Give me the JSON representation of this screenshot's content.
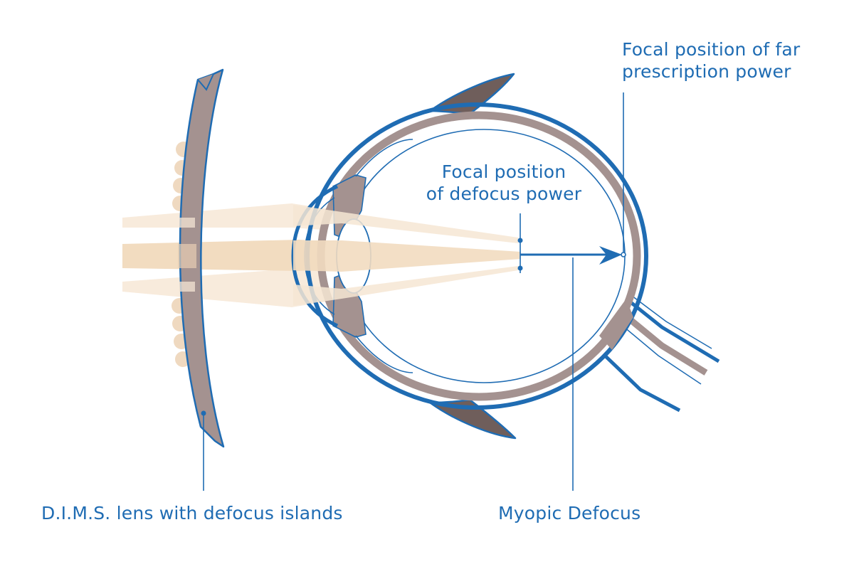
{
  "labels": {
    "far_focal": [
      "Focal position of far",
      "prescription power"
    ],
    "defocus_focal": [
      "Focal position",
      "of defocus power"
    ],
    "lens": "D.I.M.S. lens with defocus islands",
    "myopic": "Myopic Defocus"
  },
  "colors": {
    "blue": "#1f6cb3",
    "tissue": "#a49290",
    "tissue_dark": "#6f5e5b",
    "beam": "#f2dcc0",
    "beam_light": "#f8ebdc",
    "island": "#efd9c0"
  }
}
